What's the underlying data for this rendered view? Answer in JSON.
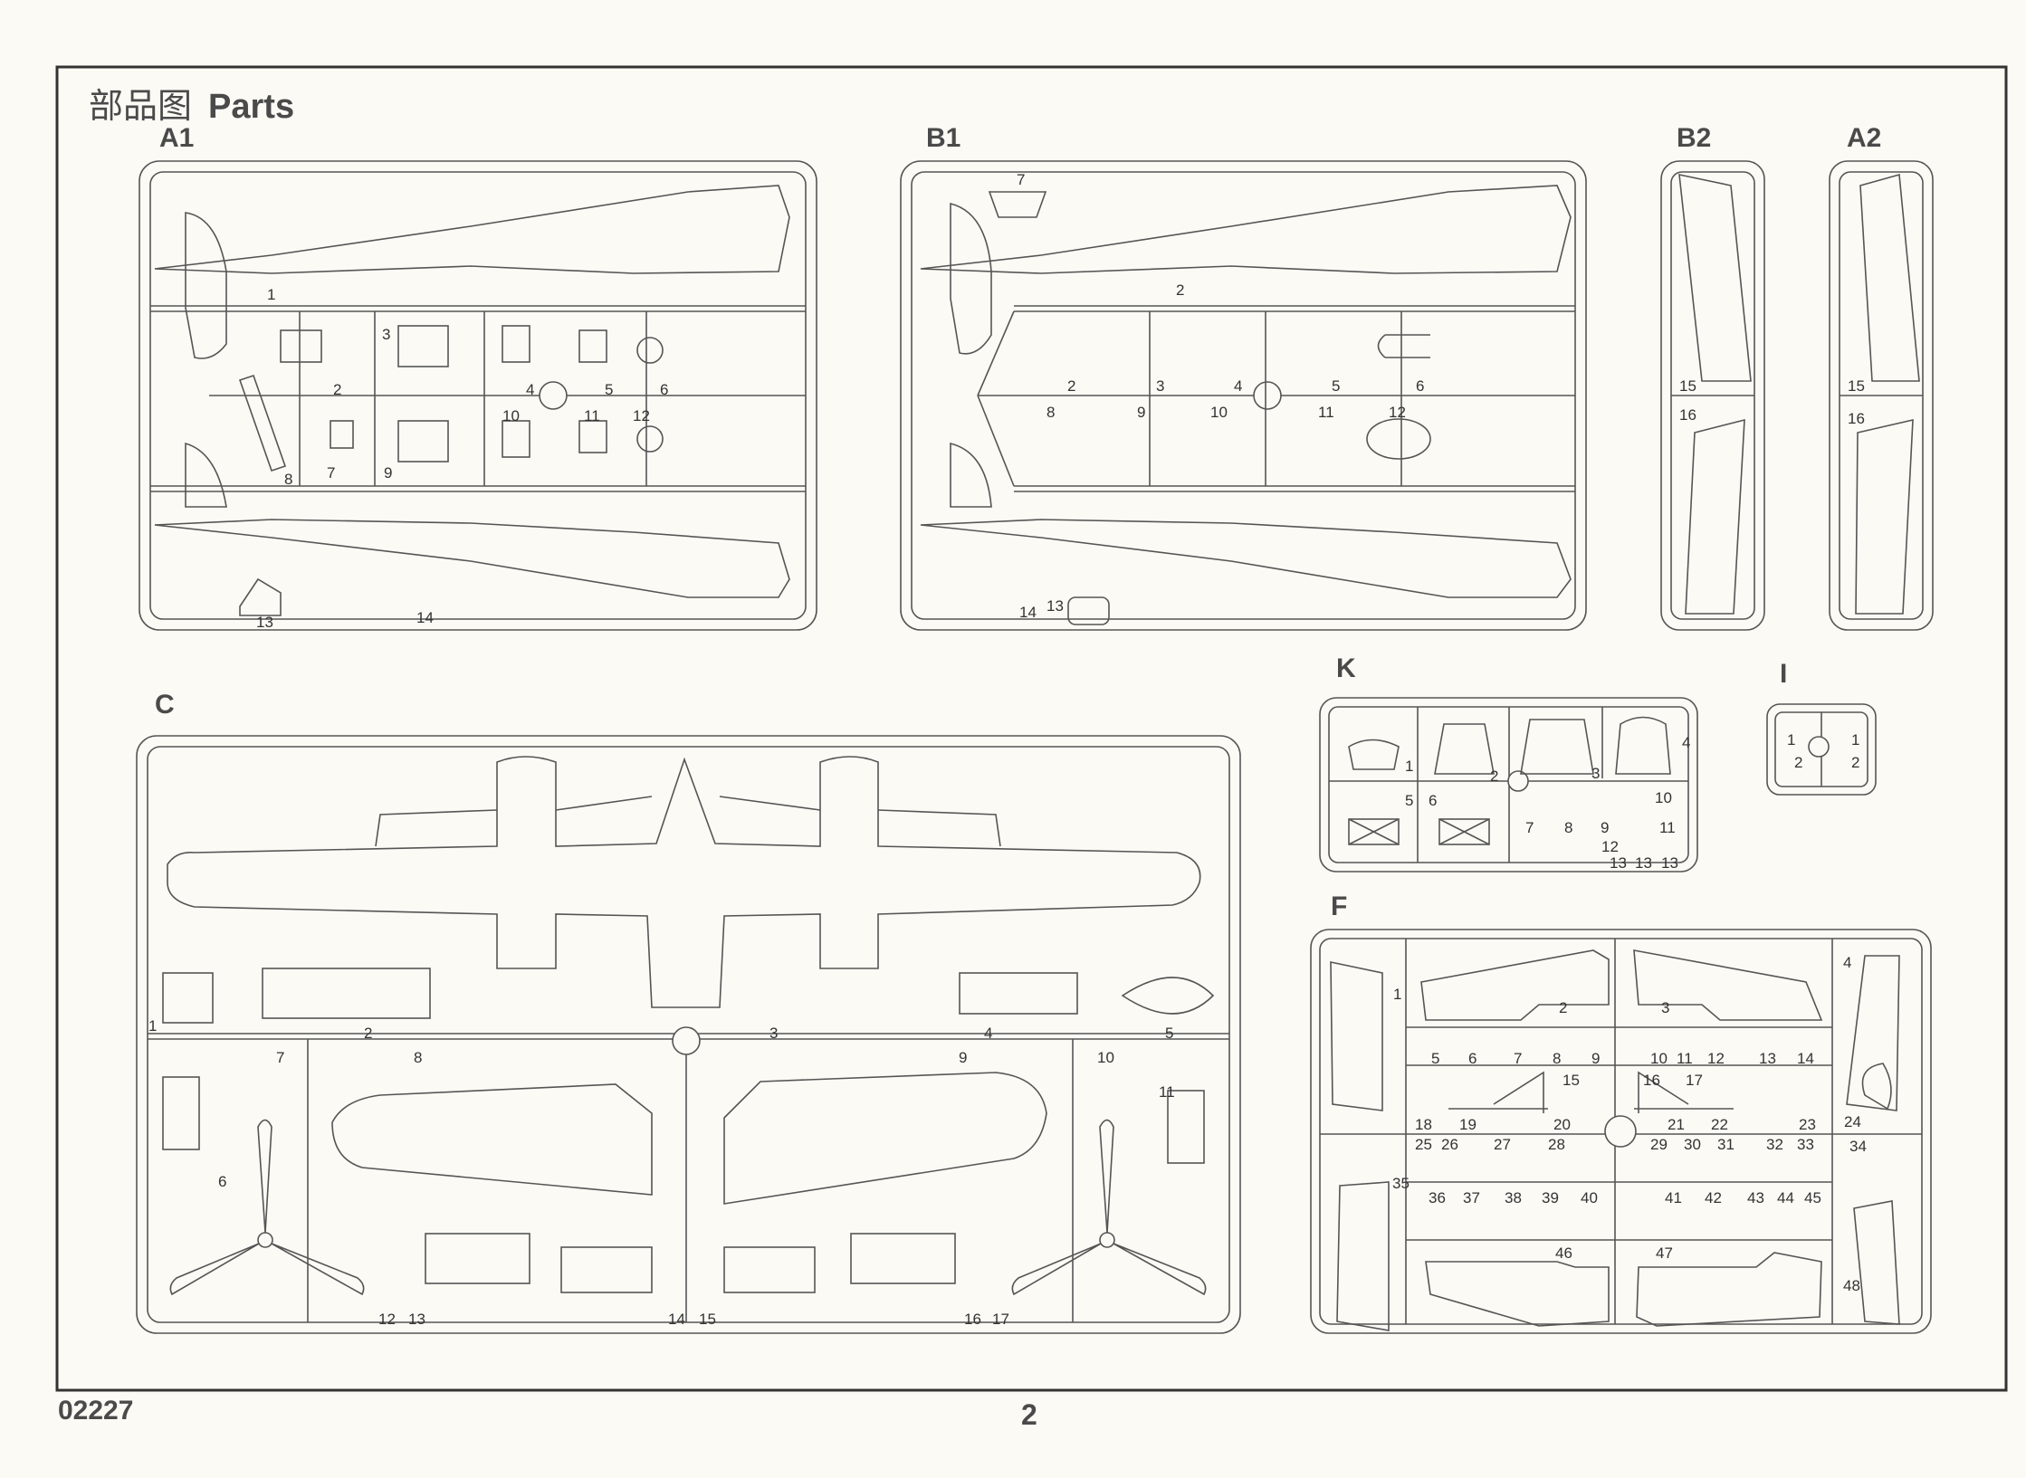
{
  "header": {
    "title_cn": "部品图",
    "title_en": "Parts"
  },
  "sprues": {
    "A1": {
      "label": "A1",
      "parts": [
        "1",
        "2",
        "3",
        "4",
        "5",
        "6",
        "7",
        "8",
        "9",
        "10",
        "11",
        "12",
        "13",
        "14"
      ]
    },
    "B1": {
      "label": "B1",
      "parts": [
        "7",
        "2",
        "2",
        "3",
        "4",
        "5",
        "6",
        "8",
        "9",
        "10",
        "11",
        "12",
        "14",
        "13"
      ]
    },
    "B2": {
      "label": "B2",
      "parts": [
        "15",
        "16"
      ]
    },
    "A2": {
      "label": "A2",
      "parts": [
        "15",
        "16"
      ]
    },
    "C": {
      "label": "C",
      "parts": [
        "1",
        "2",
        "3",
        "4",
        "5",
        "7",
        "8",
        "9",
        "10",
        "11",
        "6",
        "12",
        "13",
        "14",
        "15",
        "16",
        "17"
      ]
    },
    "K": {
      "label": "K",
      "parts": [
        "1",
        "2",
        "3",
        "4",
        "5",
        "6",
        "7",
        "8",
        "9",
        "10",
        "11",
        "12",
        "13",
        "13",
        "13"
      ]
    },
    "I": {
      "label": "I",
      "parts": [
        "1",
        "1",
        "2",
        "2"
      ]
    },
    "F": {
      "label": "F",
      "parts": [
        "1",
        "2",
        "3",
        "4",
        "5",
        "6",
        "7",
        "8",
        "9",
        "10",
        "11",
        "12",
        "13",
        "14",
        "15",
        "16",
        "17",
        "18",
        "19",
        "20",
        "21",
        "22",
        "23",
        "24",
        "25",
        "26",
        "27",
        "28",
        "29",
        "30",
        "31",
        "32",
        "33",
        "34",
        "35",
        "36",
        "37",
        "38",
        "39",
        "40",
        "41",
        "42",
        "43",
        "44",
        "45",
        "46",
        "47",
        "48"
      ]
    }
  },
  "footer": {
    "code": "02227",
    "page": "2"
  }
}
